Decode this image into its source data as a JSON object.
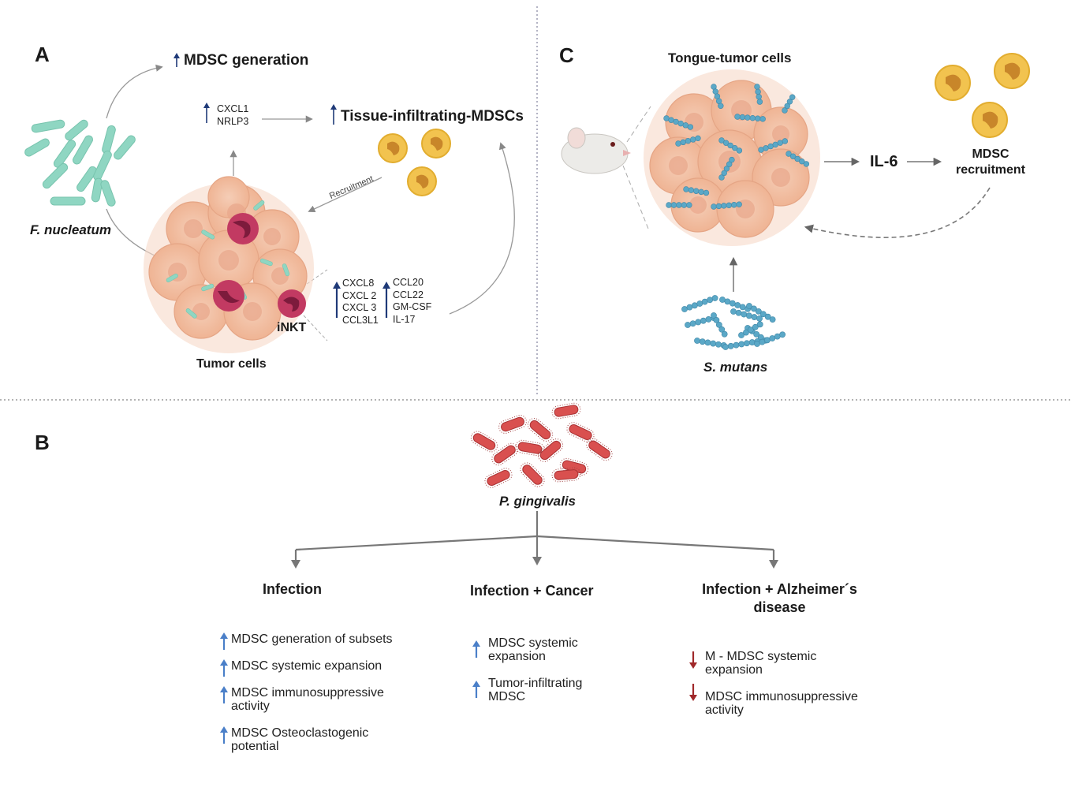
{
  "panels": {
    "a": {
      "letter": "A",
      "mdsc_generation": "MDSC generation",
      "cxcl1": "CXCL1",
      "nrlp3": "NRLP3",
      "tissue_infiltrating": "Tissue-infiltrating-MDSCs",
      "recruitment": "Recruitment",
      "bacterium": "F. nucleatum",
      "inkt": "iNKT",
      "tumor_cells": "Tumor cells",
      "chemokines_left": [
        "CXCL8",
        "CXCL 2",
        "CXCL 3",
        "CCL3L1"
      ],
      "chemokines_right": [
        "CCL20",
        "CCL22",
        "GM-CSF",
        "IL-17"
      ]
    },
    "c": {
      "letter": "C",
      "tongue_tumor": "Tongue-tumor cells",
      "il6": "IL-6",
      "mdsc": "MDSC",
      "recruitment": "recruitment",
      "bacterium": "S. mutans"
    },
    "b": {
      "letter": "B",
      "bacterium": "P. gingivalis",
      "categories": [
        {
          "title": "Infection",
          "items": [
            "MDSC generation of subsets",
            "MDSC systemic expansion",
            "MDSC immunosuppressive activity",
            "MDSC Osteoclastogenic potential"
          ]
        },
        {
          "title": "Infection + Cancer",
          "items": [
            "MDSC systemic expansion",
            "Tumor-infiltrating MDSC"
          ]
        },
        {
          "title": "Infection  + Alzheimer´s disease",
          "items": [
            "M - MDSC systemic expansion",
            "MDSC immunosuppressive activity"
          ]
        }
      ]
    }
  },
  "colors": {
    "up_arrow": "#4a7fc8",
    "up_arrow_dark": "#1f3a78",
    "down_arrow": "#a0282a",
    "fn_bacteria": "#8fd6c2",
    "sm_bacteria": "#5ba8c7",
    "pg_bacteria": "#d9504f",
    "mdsc_cell": "#f2c34f",
    "tumor_cell": "#f2bfa3",
    "inkt_cell": "#c23a62"
  }
}
